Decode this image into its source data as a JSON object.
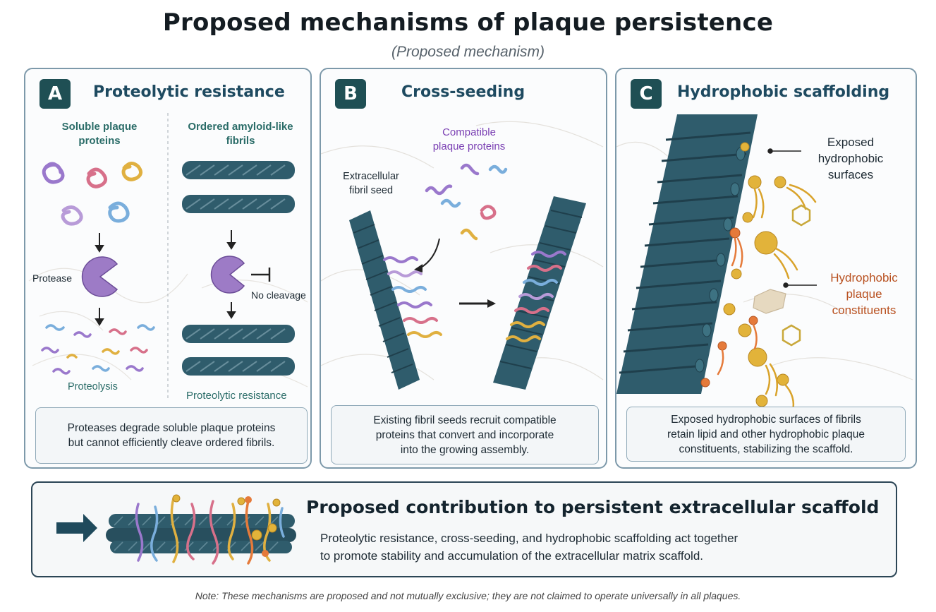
{
  "title": "Proposed mechanisms of plaque persistence",
  "subtitle": "(Proposed mechanism)",
  "panels": {
    "a": {
      "letter": "A",
      "title": "Proteolytic resistance",
      "left_heading": "Soluble plaque\nproteins",
      "right_heading": "Ordered amyloid-like\nfibrils",
      "protease_label": "Protease",
      "no_cleavage_label": "No cleavage",
      "left_result": "Proteolysis",
      "right_result": "Proteolytic resistance",
      "caption": "Proteases degrade soluble plaque proteins\nbut cannot efficiently cleave ordered fibrils."
    },
    "b": {
      "letter": "B",
      "title": "Cross-seeding",
      "compatible_label": "Compatible\nplaque proteins",
      "seed_label": "Extracellular\nfibril seed",
      "caption": "Existing fibril seeds recruit compatible\nproteins that convert and incorporate\ninto the growing assembly."
    },
    "c": {
      "letter": "C",
      "title": "Hydrophobic scaffolding",
      "surfaces_label": "Exposed\nhydrophobic\nsurfaces",
      "constituents_label": "Hydrophobic\nplaque\nconstituents",
      "caption": "Exposed hydrophobic surfaces of fibrils\nretain lipid and other hydrophobic plaque\nconstituents, stabilizing the scaffold."
    }
  },
  "summary": {
    "title": "Proposed contribution to persistent extracellular scaffold",
    "text": "Proteolytic resistance, cross-seeding, and hydrophobic scaffolding act together\nto promote stability and accumulation of the extracellular matrix scaffold."
  },
  "note": "Note: These mechanisms are proposed and not mutually exclusive; they are not claimed to operate universally in all plaques.",
  "colors": {
    "fibril": "#2f5c6c",
    "fibril_dark": "#1f3f4c",
    "badge": "#1f4f54",
    "protease": "#9d7bc6",
    "peptide_purple": "#9a78cc",
    "peptide_pink": "#d7708a",
    "peptide_yellow": "#e0b040",
    "peptide_blue": "#7aaedc",
    "lipid_gold": "#e2b33a",
    "lipid_orange": "#e57a3a"
  }
}
